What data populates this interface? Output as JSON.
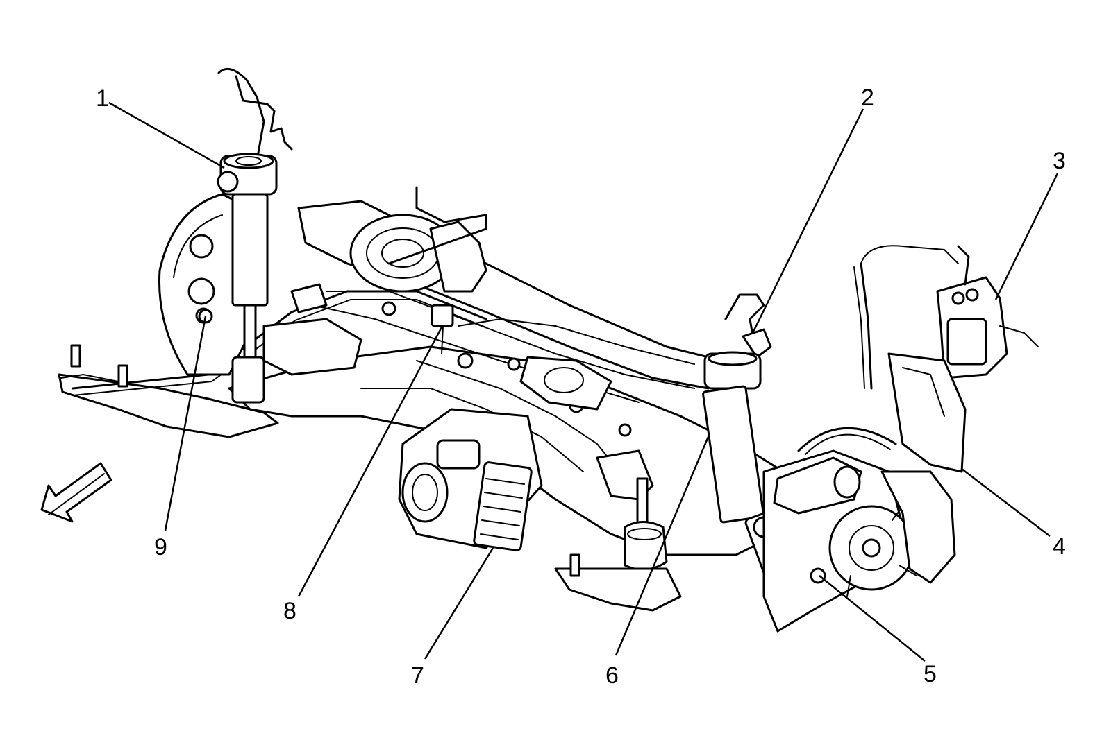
{
  "diagram": {
    "callouts": [
      {
        "id": "1",
        "label": "1"
      },
      {
        "id": "2",
        "label": "2"
      },
      {
        "id": "3",
        "label": "3"
      },
      {
        "id": "4",
        "label": "4"
      },
      {
        "id": "5",
        "label": "5"
      },
      {
        "id": "6",
        "label": "6"
      },
      {
        "id": "7",
        "label": "7"
      },
      {
        "id": "8",
        "label": "8"
      },
      {
        "id": "9",
        "label": "9"
      }
    ],
    "direction_arrow": {
      "icon": "front-direction-arrow-icon"
    },
    "colors": {
      "line": "#000000",
      "background": "#ffffff"
    }
  }
}
